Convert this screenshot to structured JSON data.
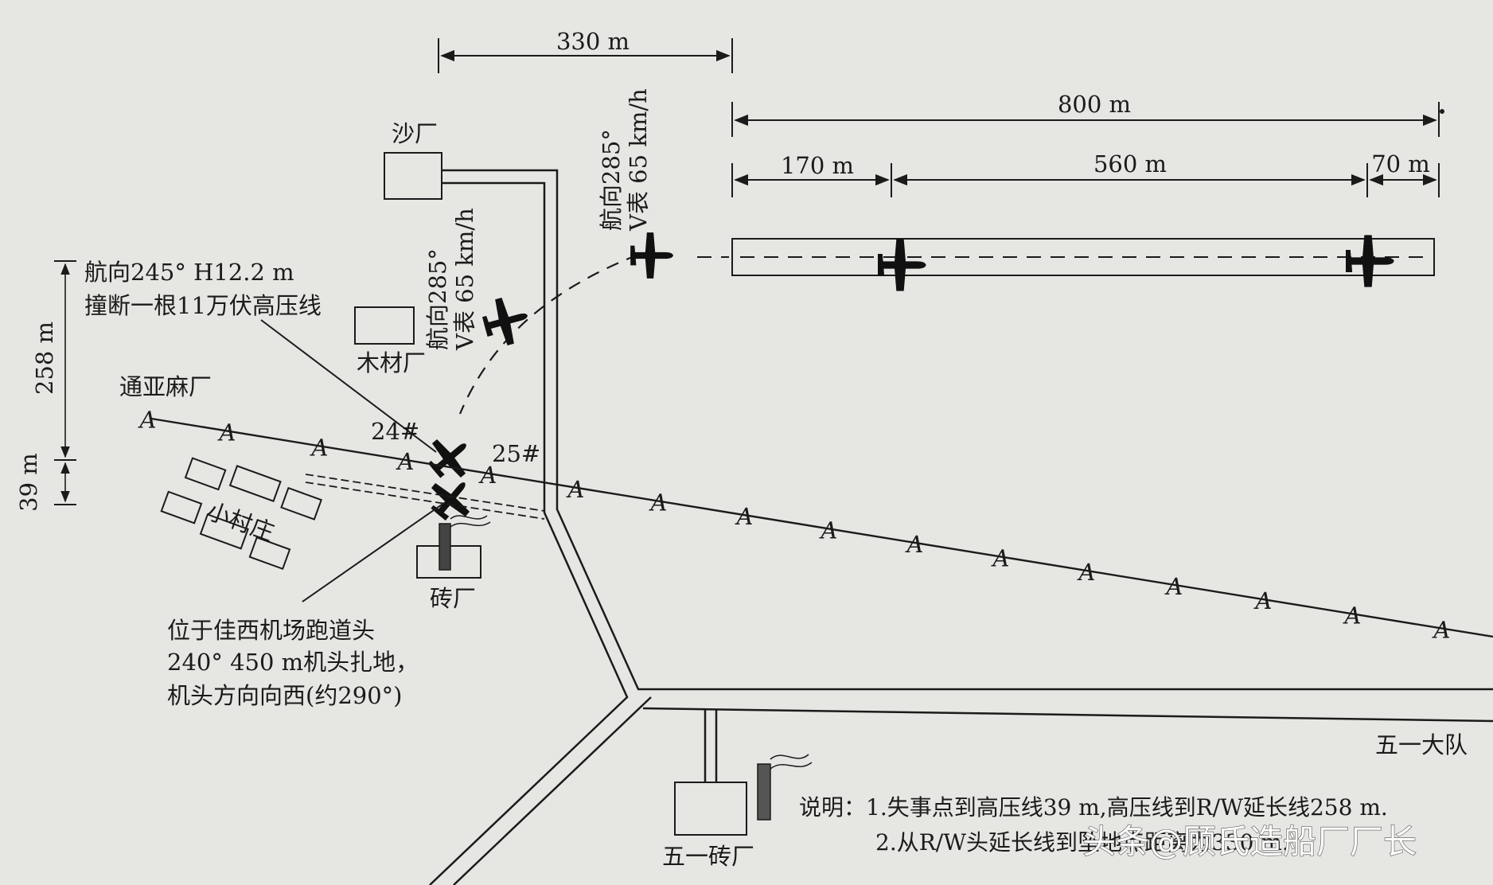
{
  "dimensions": {
    "d330": "330 m",
    "d800": "800 m",
    "d170": "170 m",
    "d560": "560 m",
    "d70": "70 m",
    "d258": "258 m",
    "d39": "39 m"
  },
  "places": {
    "sand_factory": "沙厂",
    "lumber_factory": "木材厂",
    "tongya_factory": "通亚麻厂",
    "village": "小村庄",
    "brick_factory": "砖厂",
    "wuyi_brigade": "五一大队",
    "wuyi_brick": "五一砖厂"
  },
  "poles": {
    "p24": "24#",
    "p25": "25#",
    "marker": "A"
  },
  "flight": {
    "heading1_line1": "航向285°",
    "heading1_line2": "V表  65 km/h",
    "heading2_line1": "航向285°",
    "heading2_line2": "V表  65 km/h"
  },
  "annotations": {
    "strike_line1": "航向245°  H12.2 m",
    "strike_line2": "撞断一根11万伏高压线",
    "crash_line1": "位于佳西机场跑道头",
    "crash_line2": "240°  450 m机头扎地，",
    "crash_line3": "机头方向向西(约290°)"
  },
  "notes": {
    "line1": "说明：1.失事点到高压线39 m,高压线到R/W延长线258 m.",
    "line2": "2.从R/W头延长线到坠地点距离为330 m."
  },
  "watermark": "头条@顾氏造船厂厂长"
}
